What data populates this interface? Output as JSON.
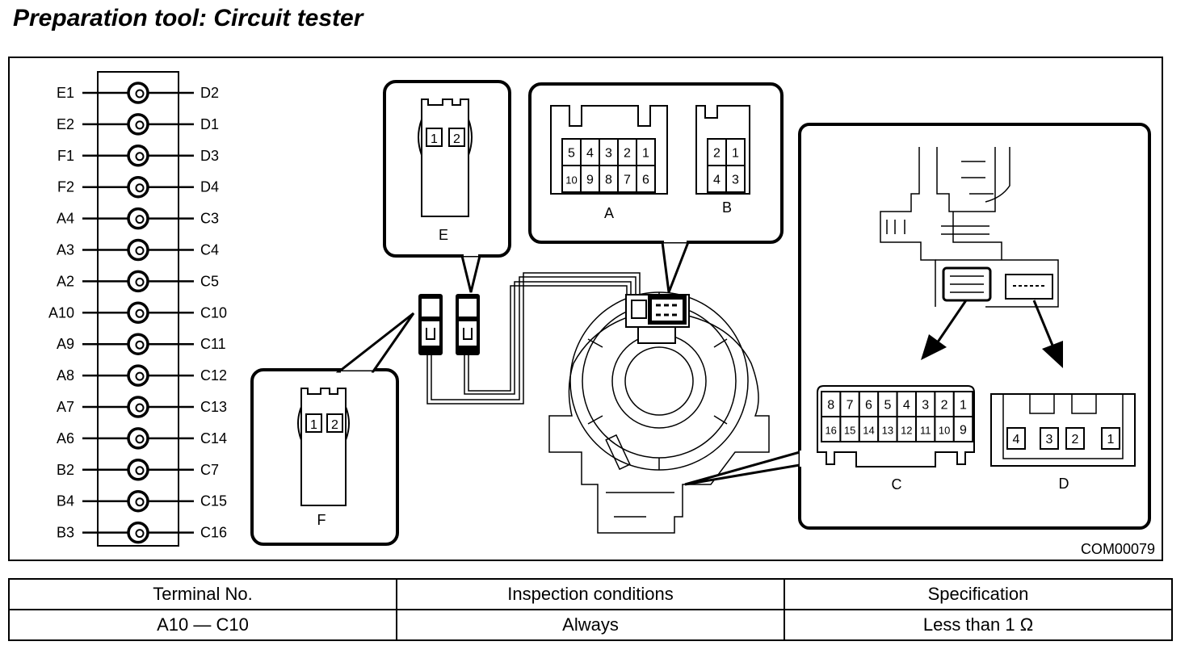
{
  "title": "Preparation tool: Circuit tester",
  "figure_code": "COM00079",
  "tester": {
    "left_pins": [
      "E1",
      "E2",
      "F1",
      "F2",
      "A4",
      "A3",
      "A2",
      "A10",
      "A9",
      "A8",
      "A7",
      "A6",
      "B2",
      "B4",
      "B3"
    ],
    "right_pins": [
      "D2",
      "D1",
      "D3",
      "D4",
      "C3",
      "C4",
      "C5",
      "C10",
      "C11",
      "C12",
      "C13",
      "C14",
      "C7",
      "C15",
      "C16"
    ]
  },
  "connectors": {
    "E": {
      "label": "E",
      "pins": [
        "1",
        "2"
      ]
    },
    "F": {
      "label": "F",
      "pins": [
        "1",
        "2"
      ]
    },
    "A": {
      "label": "A",
      "row1": [
        "5",
        "4",
        "3",
        "2",
        "1"
      ],
      "row2": [
        "10",
        "9",
        "8",
        "7",
        "6"
      ]
    },
    "B": {
      "label": "B",
      "row1": [
        "2",
        "1"
      ],
      "row2": [
        "4",
        "3"
      ]
    },
    "C": {
      "label": "C",
      "row1": [
        "8",
        "7",
        "6",
        "5",
        "4",
        "3",
        "2",
        "1"
      ],
      "row2": [
        "16",
        "15",
        "14",
        "13",
        "12",
        "11",
        "10",
        "9"
      ]
    },
    "D": {
      "label": "D",
      "pins": [
        "4",
        "3",
        "2",
        "1"
      ]
    }
  },
  "table": {
    "headers": [
      "Terminal No.",
      "Inspection conditions",
      "Specification"
    ],
    "rows": [
      [
        "A10 — C10",
        "Always",
        "Less than 1 Ω"
      ]
    ]
  }
}
